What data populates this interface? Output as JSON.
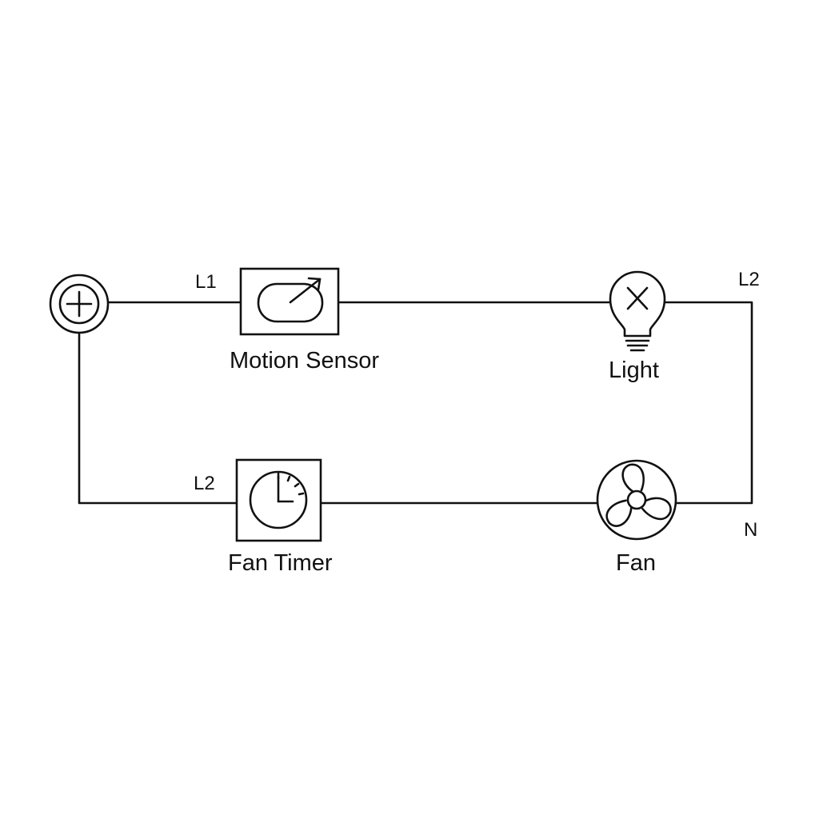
{
  "diagram": {
    "components": {
      "power_source": {
        "symbol": "plus-circle-icon"
      },
      "motion_sensor": {
        "label": "Motion Sensor",
        "symbol": "motion-sensor-icon"
      },
      "light": {
        "label": "Light",
        "symbol": "lamp-icon"
      },
      "fan_timer": {
        "label": "Fan Timer",
        "symbol": "timer-clock-icon"
      },
      "fan": {
        "label": "Fan",
        "symbol": "fan-icon"
      }
    },
    "terminals": {
      "top_left": "L1",
      "top_right": "L2",
      "bottom_left": "L2",
      "bottom_right": "N"
    },
    "colors": {
      "line": "#111111",
      "background": "#ffffff"
    }
  }
}
